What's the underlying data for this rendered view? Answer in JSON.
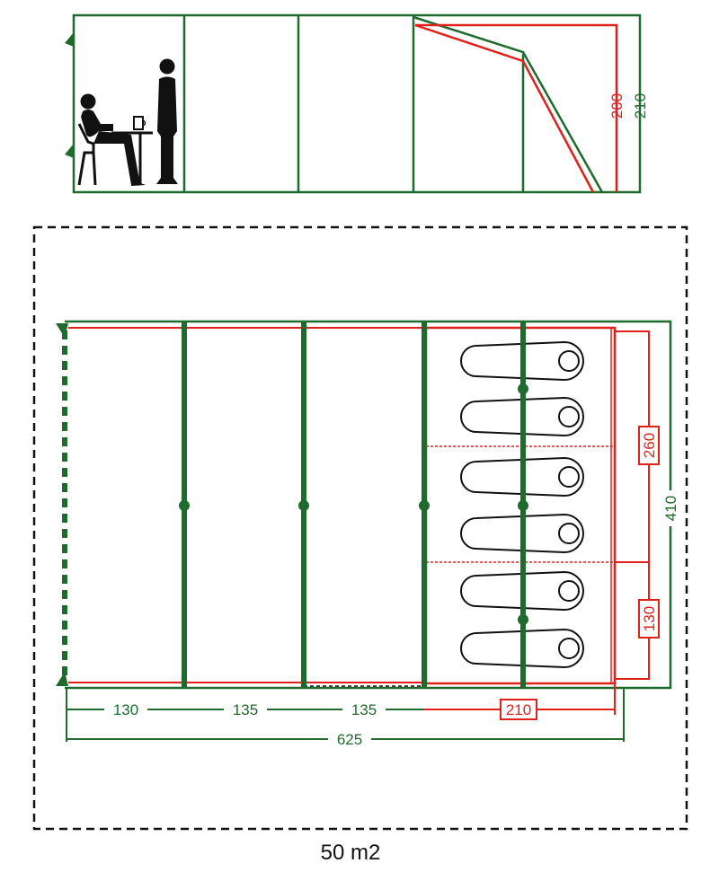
{
  "colors": {
    "green": "#1f6b2e",
    "red": "#e0201b",
    "black": "#111111"
  },
  "side_view": {
    "height_inner": "200",
    "height_outer": "210",
    "figure_icons": [
      "seated-person-icon",
      "standing-person-icon"
    ]
  },
  "plan": {
    "width_labels": [
      "130",
      "135",
      "135"
    ],
    "bedroom_width": "210",
    "total_length": "625",
    "total_width": "410",
    "bedroom_large": "260",
    "bedroom_small": "130",
    "sleeping_bag_count": 6,
    "sleeping_bag_icon": "sleeping-bag-icon"
  },
  "footprint_area": "50 m2"
}
